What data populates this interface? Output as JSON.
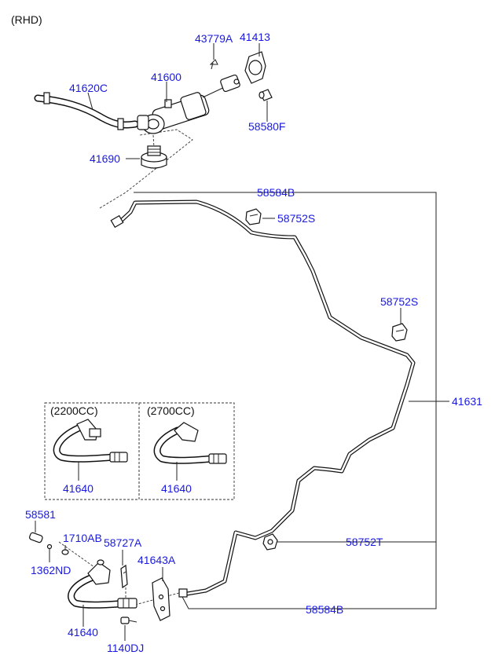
{
  "header": {
    "variant": "(RHD)"
  },
  "variants": {
    "left": "(2200CC)",
    "right": "(2700CC)"
  },
  "labels": {
    "p43779A": "43779A",
    "p41413": "41413",
    "p41620C": "41620C",
    "p41600": "41600",
    "p58580F": "58580F",
    "p41690": "41690",
    "p58584B_top": "58584B",
    "p58752S_1": "58752S",
    "p58752S_2": "58752S",
    "p41631": "41631",
    "p41640_2200": "41640",
    "p41640_2700": "41640",
    "p58581": "58581",
    "p1710AB": "1710AB",
    "p58727A": "58727A",
    "p41643A": "41643A",
    "p1362ND": "1362ND",
    "p58752T": "58752T",
    "p58584B_bottom": "58584B",
    "p41640_bottom": "41640",
    "p1140DJ": "1140DJ"
  },
  "colors": {
    "label": "#1a1adf",
    "line": "#222222"
  }
}
